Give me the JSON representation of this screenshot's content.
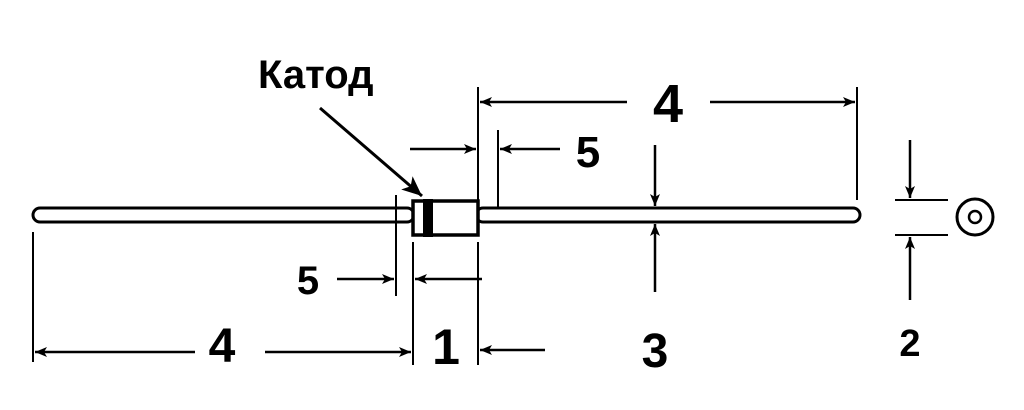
{
  "labels": {
    "cathode": "Катод",
    "dim_lead_length_top": "4",
    "dim_lead_length_bottom": "4",
    "dim_band_offset_top": "5",
    "dim_band_offset_bottom": "5",
    "dim_body_length": "1",
    "dim_lead_diameter": "3",
    "dim_body_diameter": "2"
  },
  "colors": {
    "ink": "#000000",
    "background": "#ffffff"
  }
}
